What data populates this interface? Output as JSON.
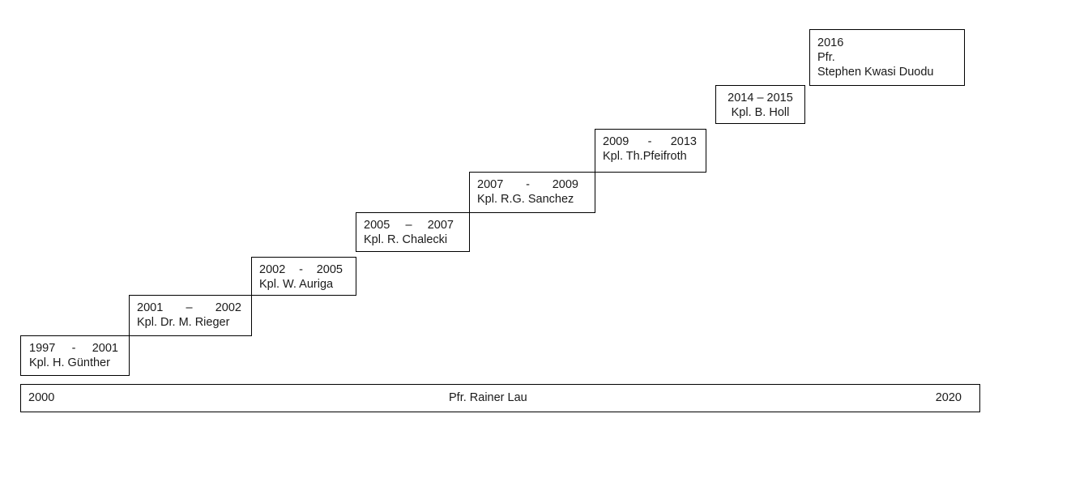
{
  "timeline": {
    "boxes": [
      {
        "start": "1997",
        "sep": "-",
        "end": "2001",
        "name": "Kpl. H. Günther"
      },
      {
        "start": "2001",
        "sep": "–",
        "end": "2002",
        "name": "Kpl. Dr. M. Rieger"
      },
      {
        "start": "2002",
        "sep": "-",
        "end": "2005",
        "name": "Kpl. W. Auriga"
      },
      {
        "start": "2005",
        "sep": "–",
        "end": "2007",
        "name": "Kpl. R. Chalecki"
      },
      {
        "start": "2007",
        "sep": "-",
        "end": "2009",
        "name": "Kpl. R.G. Sanchez"
      },
      {
        "start": "2009",
        "sep": "-",
        "end": "2013",
        "name": "Kpl. Th.Pfeifroth"
      },
      {
        "dates": "2014 – 2015",
        "name": "Kpl. B. Holl"
      },
      {
        "year": "2016",
        "title": "Pfr.",
        "name": "Stephen Kwasi Duodu"
      }
    ],
    "bar": {
      "start": "2000",
      "name": "Pfr. Rainer Lau",
      "end": "2020"
    }
  }
}
